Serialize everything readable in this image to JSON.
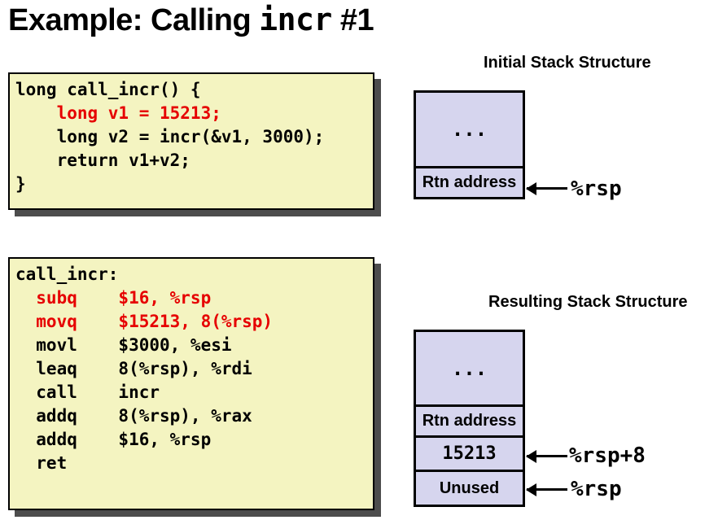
{
  "slide_title": {
    "prefix": "Example: Calling ",
    "code": "incr",
    "suffix": " #1"
  },
  "c_code": {
    "lines": [
      {
        "text": "long call_incr() {",
        "highlight": false
      },
      {
        "text": "    long v1 = 15213;",
        "highlight": true
      },
      {
        "text": "    long v2 = incr(&v1, 3000);",
        "highlight": false
      },
      {
        "text": "    return v1+v2;",
        "highlight": false
      },
      {
        "text": "}",
        "highlight": false
      }
    ]
  },
  "asm_code": {
    "lines": [
      {
        "text": "call_incr:",
        "highlight": false
      },
      {
        "text": "  subq    $16, %rsp",
        "highlight": true
      },
      {
        "text": "  movq    $15213, 8(%rsp)",
        "highlight": true
      },
      {
        "text": "  movl    $3000, %esi",
        "highlight": false
      },
      {
        "text": "  leaq    8(%rsp), %rdi",
        "highlight": false
      },
      {
        "text": "  call    incr",
        "highlight": false
      },
      {
        "text": "  addq    8(%rsp), %rax",
        "highlight": false
      },
      {
        "text": "  addq    $16, %rsp",
        "highlight": false
      },
      {
        "text": "  ret",
        "highlight": false
      }
    ]
  },
  "initial_stack": {
    "heading": "Initial Stack Structure",
    "cells": [
      {
        "text": "...",
        "kind": "code"
      },
      {
        "text": "Rtn address",
        "kind": "label"
      }
    ],
    "pointers": [
      {
        "label": "%rsp",
        "points_to": "Rtn address"
      }
    ]
  },
  "resulting_stack": {
    "heading": "Resulting Stack Structure",
    "cells": [
      {
        "text": "...",
        "kind": "code"
      },
      {
        "text": "Rtn address",
        "kind": "label"
      },
      {
        "text": "15213",
        "kind": "code"
      },
      {
        "text": "Unused",
        "kind": "label"
      }
    ],
    "pointers": [
      {
        "label": "%rsp+8",
        "points_to": "15213"
      },
      {
        "label": "%rsp",
        "points_to": "Unused"
      }
    ]
  },
  "colors": {
    "code_box_bg": "#F4F4C1",
    "stack_cell_bg": "#D6D5EE",
    "highlight_red": "#E60000",
    "shadow_gray": "#4D4D4D"
  }
}
